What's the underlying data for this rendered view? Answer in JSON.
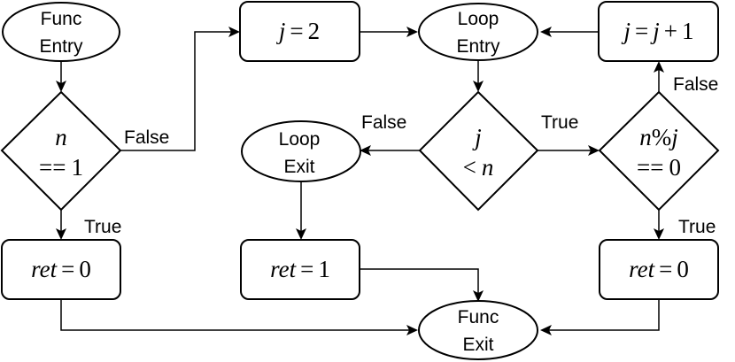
{
  "nodes": {
    "func_entry": {
      "line1": "Func",
      "line2": "Entry"
    },
    "cond_n": {
      "var": "n",
      "op": "==",
      "num": "1"
    },
    "ret0_left": {
      "var": "ret",
      "op": "=",
      "num": "0"
    },
    "j_eq_2": {
      "var": "j",
      "op": "=",
      "num": "2"
    },
    "loop_entry": {
      "line1": "Loop",
      "line2": "Entry"
    },
    "j_inc": {
      "var1": "j",
      "op": "=",
      "var2": "j",
      "plus": "+",
      "num": "1"
    },
    "loop_exit": {
      "line1": "Loop",
      "line2": "Exit"
    },
    "cond_j": {
      "var1": "j",
      "op": "<",
      "var2": "n"
    },
    "cond_mod": {
      "var1": "n",
      "pct": "%",
      "var2": "j",
      "op": "==",
      "num": "0"
    },
    "ret1": {
      "var": "ret",
      "op": "=",
      "num": "1"
    },
    "ret0_right": {
      "var": "ret",
      "op": "=",
      "num": "0"
    },
    "func_exit": {
      "line1": "Func",
      "line2": "Exit"
    }
  },
  "edge_labels": {
    "cond_n_false": "False",
    "cond_n_true": "True",
    "cond_j_false": "False",
    "cond_j_true": "True",
    "cond_mod_false": "False",
    "cond_mod_true": "True"
  }
}
